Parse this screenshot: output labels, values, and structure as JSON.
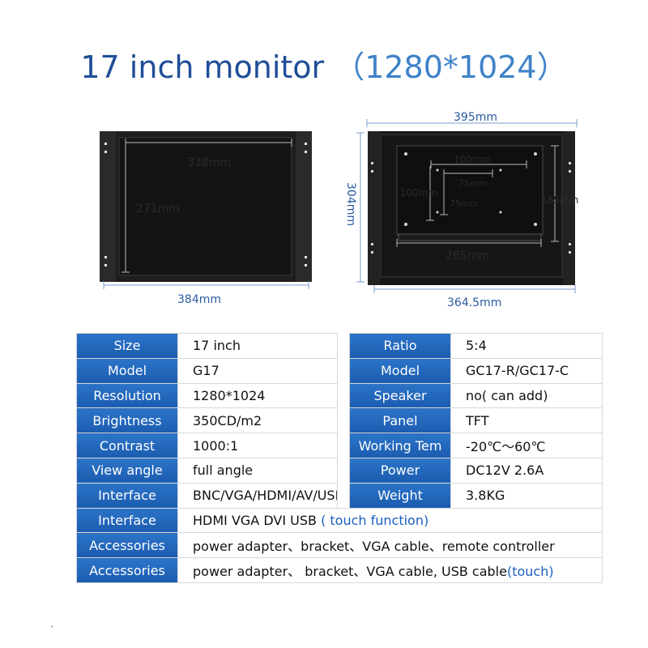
{
  "title": {
    "main": "17 inch monitor",
    "resolution": "（1280*1024）"
  },
  "dimensions": {
    "front_inner_width": "338mm",
    "front_inner_height": "271mm",
    "front_outer_width": "384mm",
    "back_outer_width": "395mm",
    "back_height": "304mm",
    "back_bracket_width": "364.5mm",
    "vesa_large_w": "100mm",
    "vesa_small_w": "75mm",
    "vesa_large_h": "100mm",
    "vesa_small_h": "75mm",
    "mount_height": "185mm",
    "mount_width": "265mm"
  },
  "specs": {
    "left": [
      {
        "label": "Size",
        "value": "17 inch"
      },
      {
        "label": "Model",
        "value": "G17"
      },
      {
        "label": "Resolution",
        "value": "1280*1024"
      },
      {
        "label": "Brightness",
        "value": "350CD/m2"
      },
      {
        "label": "Contrast",
        "value": "1000:1"
      },
      {
        "label": "View angle",
        "value": "full angle"
      },
      {
        "label": "Interface",
        "value": "BNC/VGA/HDMI/AV/USB"
      }
    ],
    "right": [
      {
        "label": "Ratio",
        "value": "5:4"
      },
      {
        "label": "Model",
        "value": "GC17-R/GC17-C"
      },
      {
        "label": "Speaker",
        "value": "no( can add)"
      },
      {
        "label": "Panel",
        "value": "TFT"
      },
      {
        "label": "Working Tem",
        "value": "-20℃～60℃"
      },
      {
        "label": "Power",
        "value": "DC12V  2.6A"
      },
      {
        "label": "Weight",
        "value": "3.8KG"
      }
    ],
    "full": [
      {
        "label": "Interface",
        "value": "HDMI  VGA DVI  USB ",
        "note": "( touch function)"
      },
      {
        "label": "Accessories",
        "value": "power adapter、bracket、VGA cable、remote controller",
        "note": ""
      },
      {
        "label": "Accessories",
        "value": "power adapter、 bracket、VGA  cable, USB cable",
        "note": "(touch)"
      }
    ]
  }
}
